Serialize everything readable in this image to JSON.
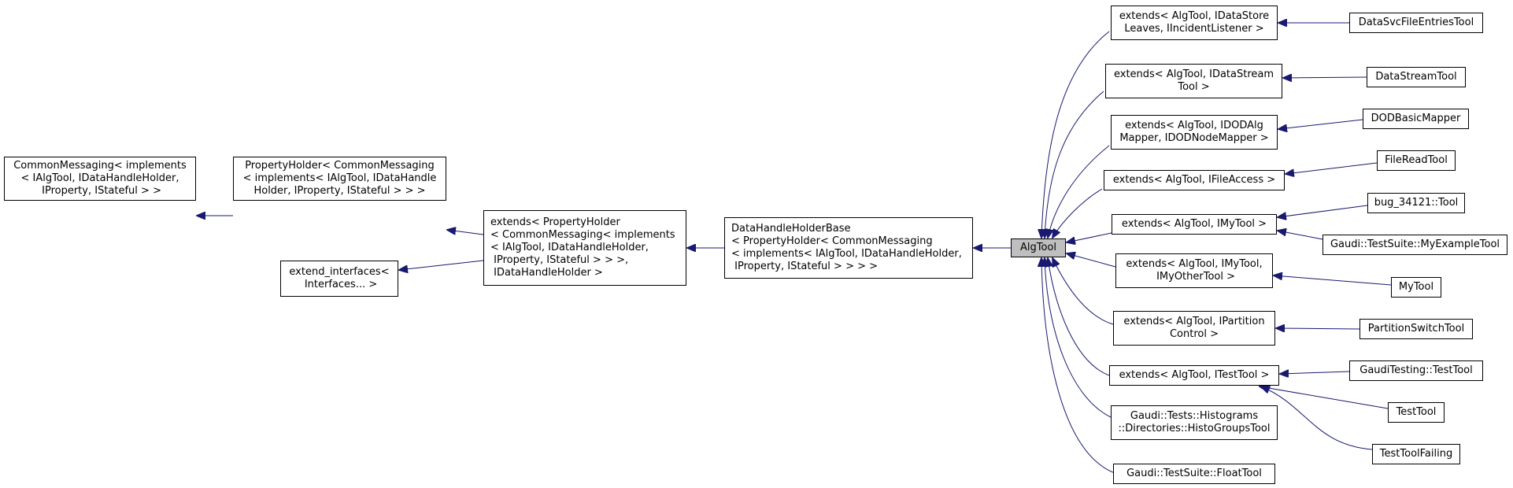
{
  "colors": {
    "edge": "#191970",
    "node_border": "#000000",
    "highlight_fill": "#bfbfbf"
  },
  "nodes": [
    {
      "id": "commonmessaging",
      "label": "CommonMessaging< implements\n< IAlgTool, IDataHandleHolder,\n IProperty, IStateful > >"
    },
    {
      "id": "propertyholder",
      "label": "PropertyHolder< CommonMessaging\n< implements< IAlgTool, IDataHandle\nHolder, IProperty, IStateful > > >"
    },
    {
      "id": "extend_interfaces",
      "label": "extend_interfaces<\n Interfaces... >"
    },
    {
      "id": "extends_propertyholder",
      "label": "extends< PropertyHolder\n< CommonMessaging< implements\n< IAlgTool, IDataHandleHolder,\n IProperty, IStateful > > >,\n IDataHandleHolder >"
    },
    {
      "id": "datahandleholderbase",
      "label": "DataHandleHolderBase\n< PropertyHolder< CommonMessaging\n< implements< IAlgTool, IDataHandleHolder,\n IProperty, IStateful > > > >"
    },
    {
      "id": "algtool",
      "label": "AlgTool"
    },
    {
      "id": "ext_datastore",
      "label": "extends< AlgTool, IDataStore\nLeaves, IIncidentListener >"
    },
    {
      "id": "ext_datastream",
      "label": "extends< AlgTool, IDataStream\nTool >"
    },
    {
      "id": "ext_dodalg",
      "label": "extends< AlgTool, IDODAlg\nMapper, IDODNodeMapper >"
    },
    {
      "id": "ext_fileaccess",
      "label": "extends< AlgTool, IFileAccess >"
    },
    {
      "id": "ext_mytool",
      "label": "extends< AlgTool, IMyTool >"
    },
    {
      "id": "ext_myother",
      "label": "extends< AlgTool, IMyTool,\n IMyOtherTool >"
    },
    {
      "id": "ext_partition",
      "label": "extends< AlgTool, IPartition\nControl >"
    },
    {
      "id": "ext_testtool",
      "label": "extends< AlgTool, ITestTool >"
    },
    {
      "id": "histogroupstool",
      "label": "Gaudi::Tests::Histograms\n::Directories::HistoGroupsTool"
    },
    {
      "id": "floattool",
      "label": "Gaudi::TestSuite::FloatTool"
    },
    {
      "id": "datasvcfileentries",
      "label": "DataSvcFileEntriesTool"
    },
    {
      "id": "datastreamtool",
      "label": "DataStreamTool"
    },
    {
      "id": "dodbasicmapper",
      "label": "DODBasicMapper"
    },
    {
      "id": "filereadtool",
      "label": "FileReadTool"
    },
    {
      "id": "bug_34121",
      "label": "bug_34121::Tool"
    },
    {
      "id": "myexampletool",
      "label": "Gaudi::TestSuite::MyExampleTool"
    },
    {
      "id": "mytool",
      "label": "MyTool"
    },
    {
      "id": "partitionswitchtool",
      "label": "PartitionSwitchTool"
    },
    {
      "id": "gauditesting_testtool",
      "label": "GaudiTesting::TestTool"
    },
    {
      "id": "testtool",
      "label": "TestTool"
    },
    {
      "id": "testtoolfailing",
      "label": "TestToolFailing"
    }
  ],
  "edges": [
    {
      "from": "propertyholder",
      "to": "commonmessaging"
    },
    {
      "from": "extends_propertyholder",
      "to": "propertyholder"
    },
    {
      "from": "extends_propertyholder",
      "to": "extend_interfaces"
    },
    {
      "from": "datahandleholderbase",
      "to": "extends_propertyholder"
    },
    {
      "from": "algtool",
      "to": "datahandleholderbase"
    },
    {
      "from": "ext_datastore",
      "to": "algtool"
    },
    {
      "from": "ext_datastream",
      "to": "algtool"
    },
    {
      "from": "ext_dodalg",
      "to": "algtool"
    },
    {
      "from": "ext_fileaccess",
      "to": "algtool"
    },
    {
      "from": "ext_mytool",
      "to": "algtool"
    },
    {
      "from": "ext_myother",
      "to": "algtool"
    },
    {
      "from": "ext_partition",
      "to": "algtool"
    },
    {
      "from": "ext_testtool",
      "to": "algtool"
    },
    {
      "from": "histogroupstool",
      "to": "algtool"
    },
    {
      "from": "floattool",
      "to": "algtool"
    },
    {
      "from": "datasvcfileentries",
      "to": "ext_datastore"
    },
    {
      "from": "datastreamtool",
      "to": "ext_datastream"
    },
    {
      "from": "dodbasicmapper",
      "to": "ext_dodalg"
    },
    {
      "from": "filereadtool",
      "to": "ext_fileaccess"
    },
    {
      "from": "bug_34121",
      "to": "ext_mytool"
    },
    {
      "from": "myexampletool",
      "to": "ext_mytool"
    },
    {
      "from": "mytool",
      "to": "ext_myother"
    },
    {
      "from": "partitionswitchtool",
      "to": "ext_partition"
    },
    {
      "from": "gauditesting_testtool",
      "to": "ext_testtool"
    },
    {
      "from": "testtool",
      "to": "ext_testtool"
    },
    {
      "from": "testtoolfailing",
      "to": "ext_testtool"
    }
  ]
}
